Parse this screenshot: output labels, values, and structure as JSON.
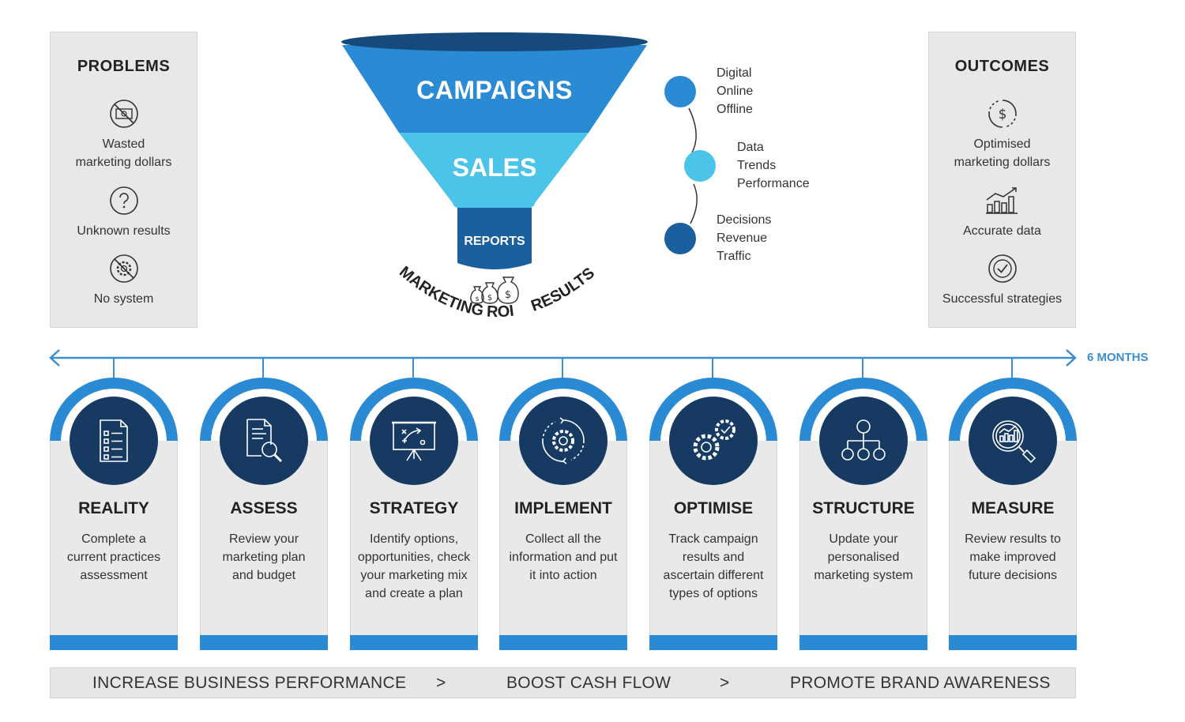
{
  "problems": {
    "title": "PROBLEMS",
    "items": [
      {
        "icon": "crossed-money-icon",
        "label": "Wasted\nmarketing dollars"
      },
      {
        "icon": "question-icon",
        "label": "Unknown results"
      },
      {
        "icon": "crossed-gear-icon",
        "label": "No system"
      }
    ]
  },
  "outcomes": {
    "title": "OUTCOMES",
    "items": [
      {
        "icon": "dollar-cycle-icon",
        "label": "Optimised\nmarketing dollars"
      },
      {
        "icon": "growth-chart-icon",
        "label": "Accurate data"
      },
      {
        "icon": "check-circle-icon",
        "label": "Successful strategies"
      }
    ]
  },
  "funnel": {
    "top": "CAMPAIGNS",
    "middle": "SALES",
    "bottom": "REPORTS",
    "arc_text": {
      "left": "MARKETING",
      "middle": "ROI",
      "right": "RESULTS"
    },
    "colors": {
      "top": "#2a8ad3",
      "middle": "#4cc3e8",
      "bottom": "#1a5f9e"
    }
  },
  "stages_legend": [
    {
      "lines": [
        "Digital",
        "Online",
        "Offline"
      ],
      "color": "#2a8ad3"
    },
    {
      "lines": [
        "Data",
        "Trends",
        "Performance"
      ],
      "color": "#4cc3e8"
    },
    {
      "lines": [
        "Decisions",
        "Revenue",
        "Traffic"
      ],
      "color": "#1a5f9e"
    }
  ],
  "timeline": {
    "label": "6 MONTHS"
  },
  "steps": [
    {
      "title": "REALITY",
      "desc": "Complete a current practices assessment",
      "icon": "checklist-icon"
    },
    {
      "title": "ASSESS",
      "desc": "Review your marketing plan and budget",
      "icon": "document-search-icon"
    },
    {
      "title": "STRATEGY",
      "desc": "Identify options, opportunities, check your marketing mix and create a plan",
      "icon": "strategy-board-icon"
    },
    {
      "title": "IMPLEMENT",
      "desc": "Collect all the information and put it into action",
      "icon": "gear-cycle-icon"
    },
    {
      "title": "OPTIMISE",
      "desc": "Track campaign results and ascertain different types of options",
      "icon": "gears-check-icon"
    },
    {
      "title": "STRUCTURE",
      "desc": "Update your personalised marketing system",
      "icon": "hierarchy-icon"
    },
    {
      "title": "MEASURE",
      "desc": "Review results to make improved future decisions",
      "icon": "analytics-search-icon"
    }
  ],
  "bottom_bar": {
    "item1": "INCREASE BUSINESS PERFORMANCE",
    "sep1": ">",
    "item2": "BOOST CASH FLOW",
    "sep2": ">",
    "item3": "PROMOTE BRAND AWARENESS"
  }
}
